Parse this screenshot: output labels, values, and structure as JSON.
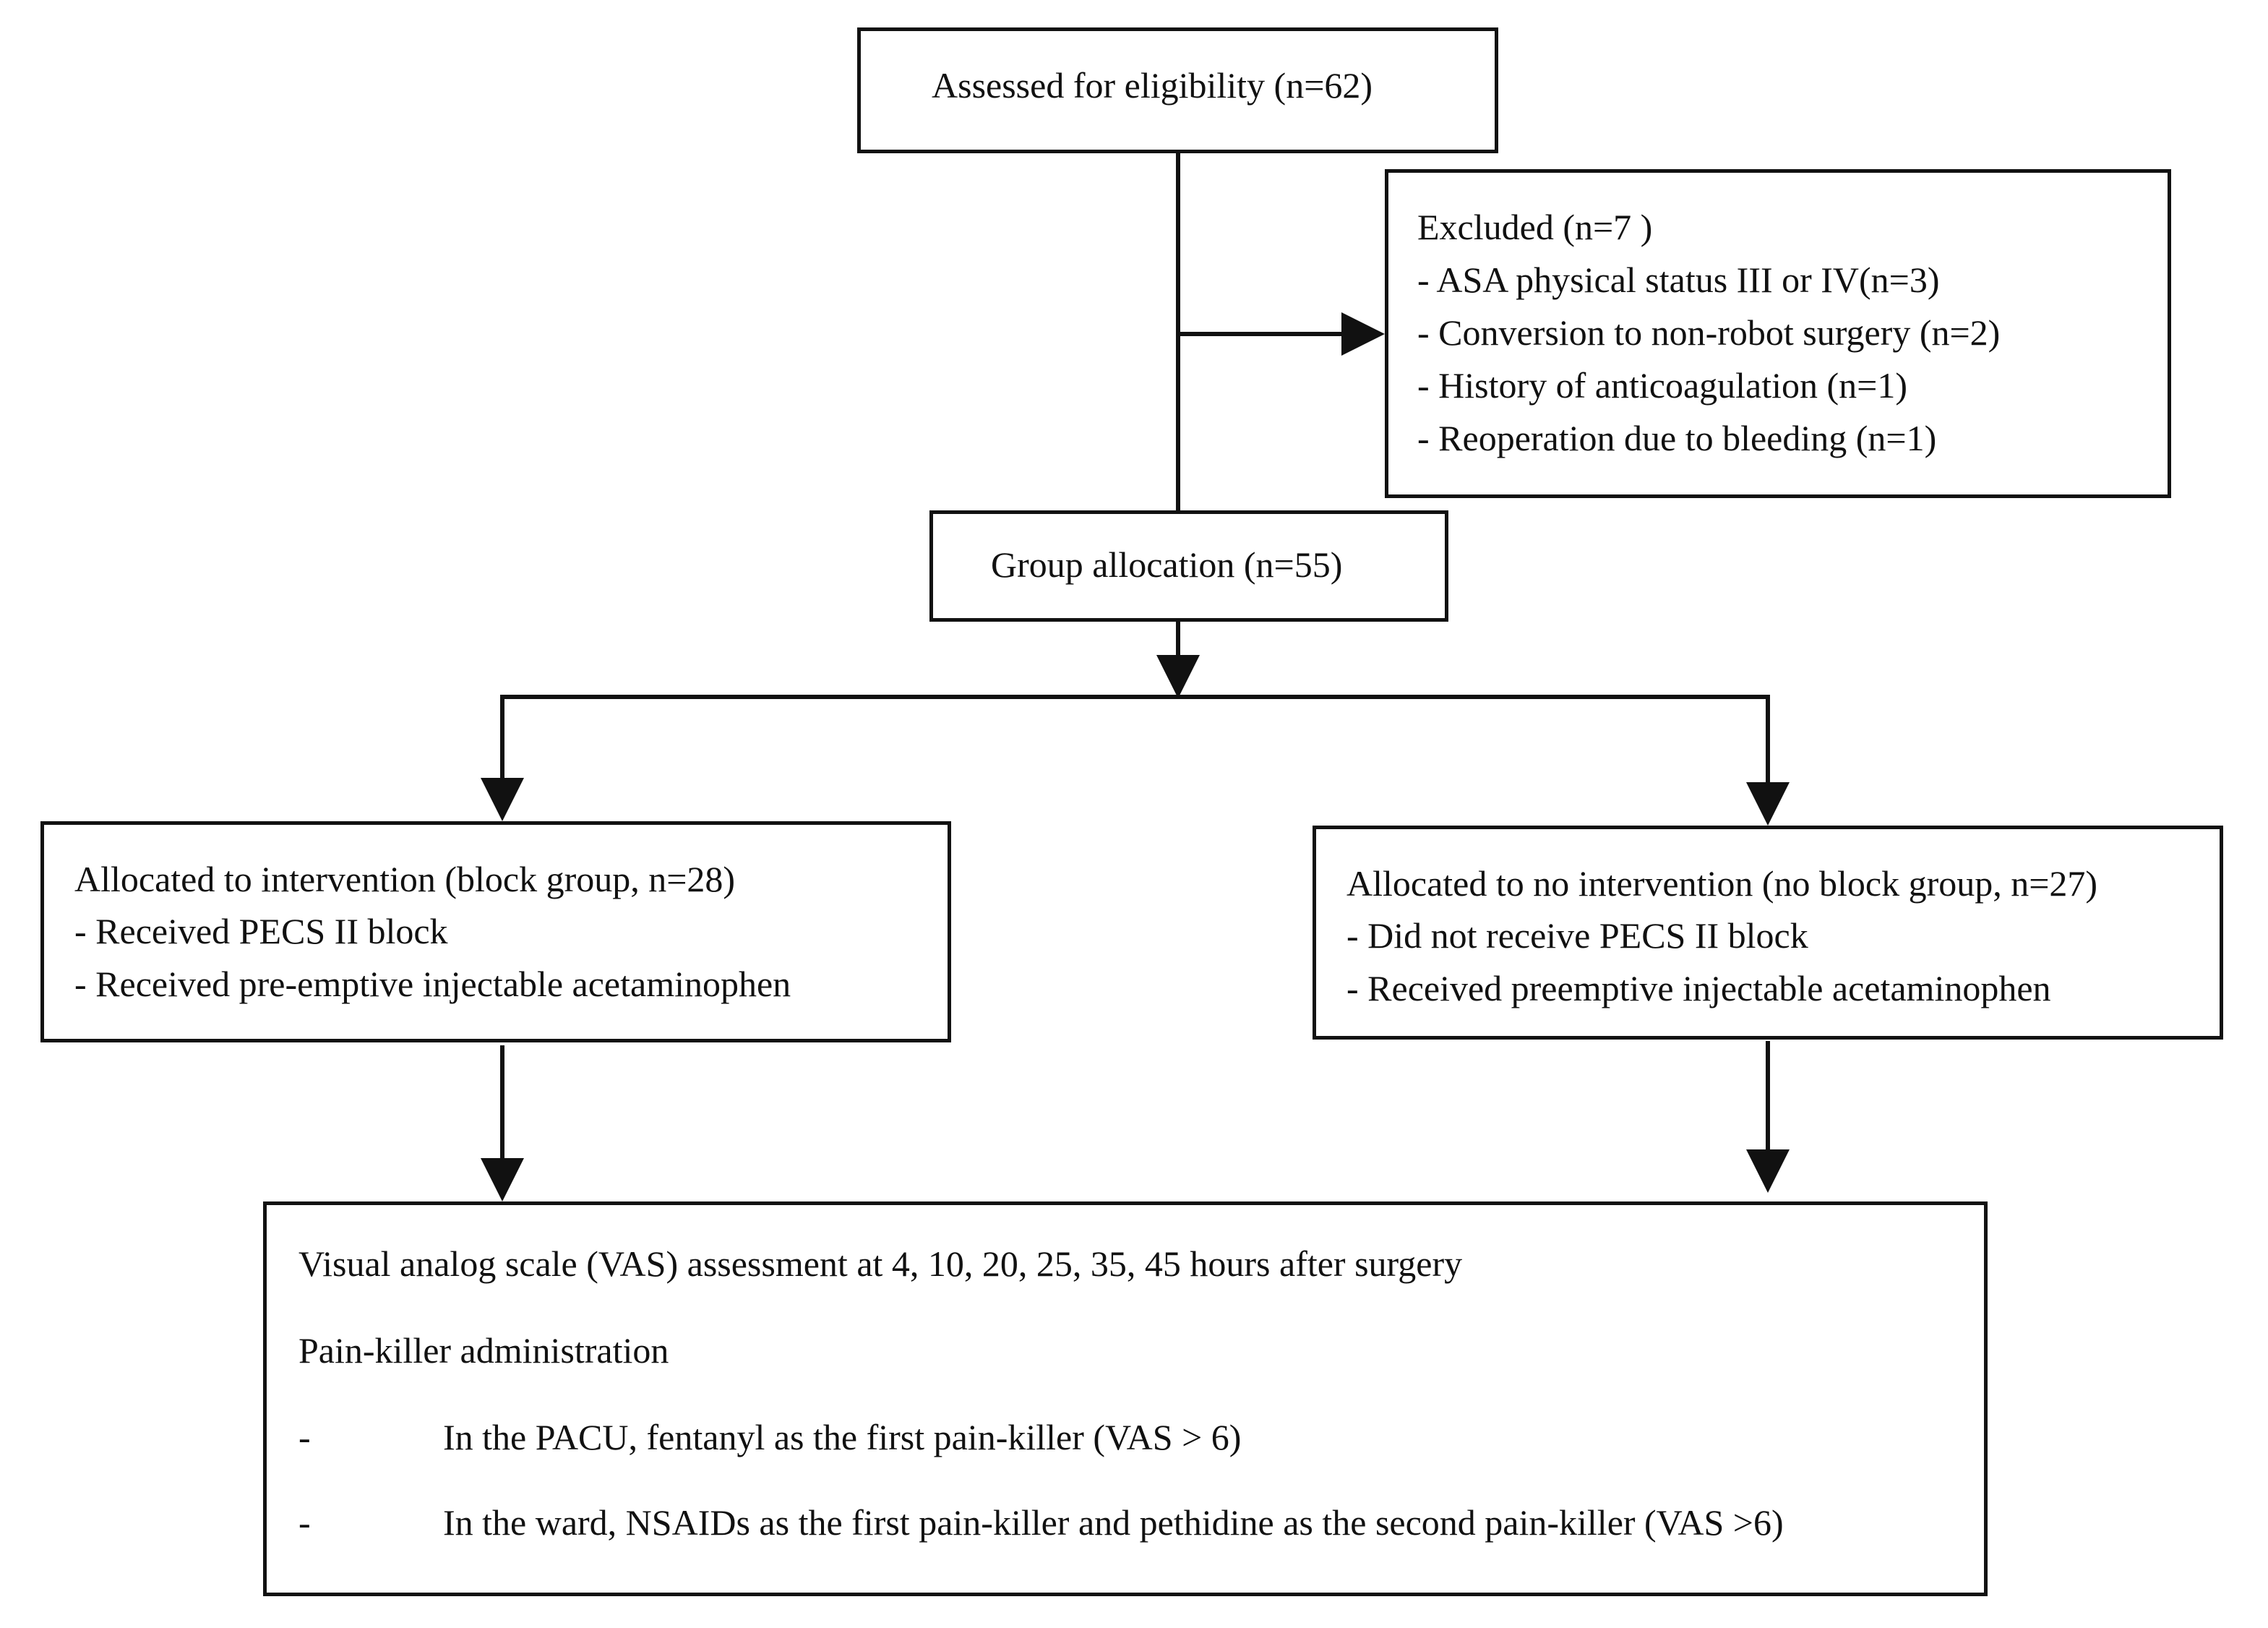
{
  "assessed": {
    "text": "Assessed for eligibility (n=62)"
  },
  "excluded": {
    "title": "Excluded  (n=7 )",
    "items": [
      "- ASA physical status III or IV(n=3)",
      "- Conversion to non-robot surgery  (n=2)",
      "- History of anticoagulation (n=1)",
      "- Reoperation due to bleeding (n=1)"
    ]
  },
  "allocation": {
    "text": "Group allocation (n=55)"
  },
  "block_group": {
    "title": "Allocated to intervention (block group, n=28)",
    "items": [
      "- Received PECS II block",
      "- Received pre-emptive injectable acetaminophen"
    ]
  },
  "no_block_group": {
    "title": "Allocated to no intervention (no block group, n=27)",
    "items": [
      "- Did not receive PECS II block",
      "- Received preemptive injectable acetaminophen"
    ]
  },
  "assessment": {
    "vas": "Visual analog scale (VAS) assessment at 4, 10, 20, 25, 35, 45 hours after surgery",
    "painkiller_title": "Pain-killer administration",
    "bullets": [
      {
        "dash": "-",
        "text": "In the PACU, fentanyl as the first pain-killer (VAS > 6)"
      },
      {
        "dash": "-",
        "text": "In the ward, NSAIDs as the first pain-killer and pethidine as the second pain-killer (VAS >6)"
      }
    ]
  }
}
